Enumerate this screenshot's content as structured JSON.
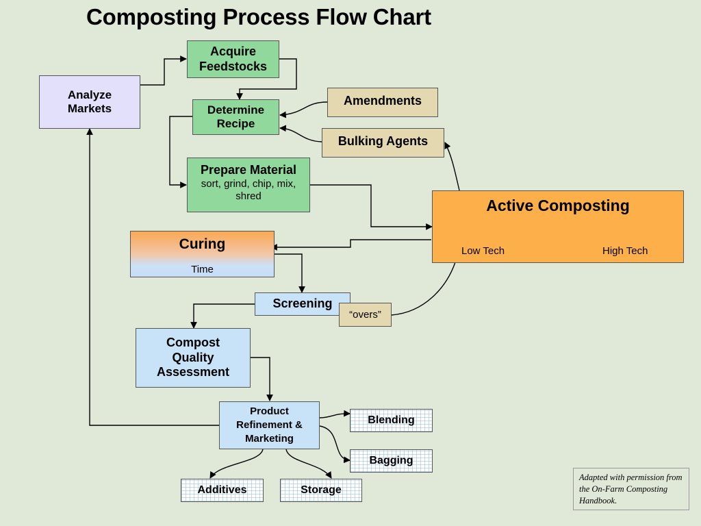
{
  "title": "Composting Process Flow Chart",
  "nodes": {
    "analyze_markets": "Analyze Markets",
    "acquire_feedstocks": "Acquire Feedstocks",
    "determine_recipe": "Determine Recipe",
    "amendments": "Amendments",
    "bulking_agents": "Bulking Agents",
    "prepare_material": {
      "title": "Prepare Material",
      "subtitle": "sort, grind, chip, mix, shred"
    },
    "active_composting": {
      "title": "Active Composting",
      "low": "Low Tech",
      "high": "High Tech"
    },
    "curing": {
      "title": "Curing",
      "sub": "Time"
    },
    "screening": "Screening",
    "overs": "“overs”",
    "compost_quality": "Compost Quality Assessment",
    "product_refinement": "Product Refinement & Marketing",
    "blending": "Blending",
    "bagging": "Bagging",
    "additives": "Additives",
    "storage": "Storage"
  },
  "citation": "Adapted with permission from the On-Farm Composting Handbook.",
  "colors": {
    "background": "#e0e8d8",
    "green_box": "#90d89b",
    "tan_box": "#e4d8b0",
    "lavender_box": "#e2e0fa",
    "blue_box": "#c8e2f8",
    "orange_box": "#fdb04a"
  }
}
